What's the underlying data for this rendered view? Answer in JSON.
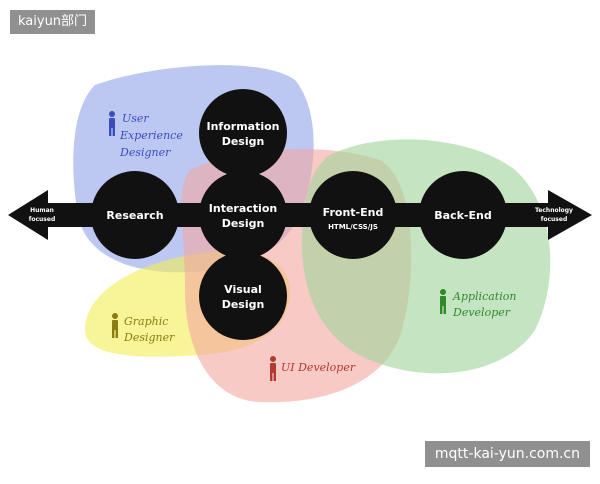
{
  "watermark": {
    "top": "kaiyun部门",
    "bottom": "mqtt-kai-yun.com.cn"
  },
  "axis": {
    "left_label_1": "Human",
    "left_label_2": "focused",
    "right_label_1": "Technology",
    "right_label_2": "focused"
  },
  "nodes": {
    "research": "Research",
    "information_1": "Information",
    "information_2": "Design",
    "interaction_1": "Interaction",
    "interaction_2": "Design",
    "visual_1": "Visual",
    "visual_2": "Design",
    "frontend": "Front-End",
    "frontend_sub": "HTML/CSS/JS",
    "backend": "Back-End"
  },
  "roles": {
    "ux_1": "User",
    "ux_2": "Experience",
    "ux_3": "Designer",
    "graphic_1": "Graphic",
    "graphic_2": "Designer",
    "ui": "UI Developer",
    "app_1": "Application",
    "app_2": "Developer"
  },
  "colors": {
    "ux_blob": "#8fa3ea",
    "graphic_blob": "#f4ee55",
    "ui_blob": "#f4a7a0",
    "app_blob": "#9ed49a",
    "ux_text": "#3b4cc0",
    "graphic_text": "#8a7d10",
    "ui_text": "#b03a30",
    "app_text": "#2f8a2a"
  }
}
